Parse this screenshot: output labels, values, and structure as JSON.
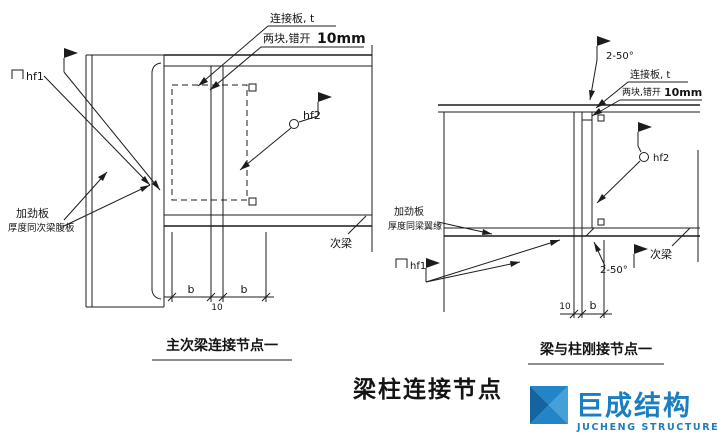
{
  "page": {
    "background": "#ffffff",
    "line_color": "#1c1c1c"
  },
  "drawings": {
    "left": {
      "title": "主次梁连接节点一",
      "labels": {
        "connection_plate": "连接板, t",
        "stagger_prefix": "两块,错开",
        "stagger_value": "10mm",
        "weld_hf1": "hf1",
        "weld_hf2": "hf2",
        "stiffener_title": "加劲板",
        "stiffener_note": "厚度同次梁腹板",
        "secondary_beam": "次梁"
      },
      "dimensions": {
        "left_width": "b",
        "gap": "10",
        "right_width": "b"
      }
    },
    "right": {
      "title": "梁与柱刚接节点一",
      "labels": {
        "bevel_top": "2-50°",
        "connection_plate": "连接板, t",
        "stagger_prefix": "两块,错开",
        "stagger_value": "10mm",
        "weld_hf2": "hf2",
        "stiffener_title": "加劲板",
        "stiffener_note": "厚度同梁翼缘",
        "weld_hf1": "hf1",
        "secondary_beam": "次梁",
        "bevel_bottom": "2-50°"
      },
      "dimensions": {
        "gap": "10",
        "width": "b"
      }
    }
  },
  "footer": {
    "main_title": "梁柱连接节点",
    "logo": {
      "name": "巨成结构",
      "subtitle": "JUCHENG STRUCTURE",
      "color": "#1b7dc2"
    }
  }
}
